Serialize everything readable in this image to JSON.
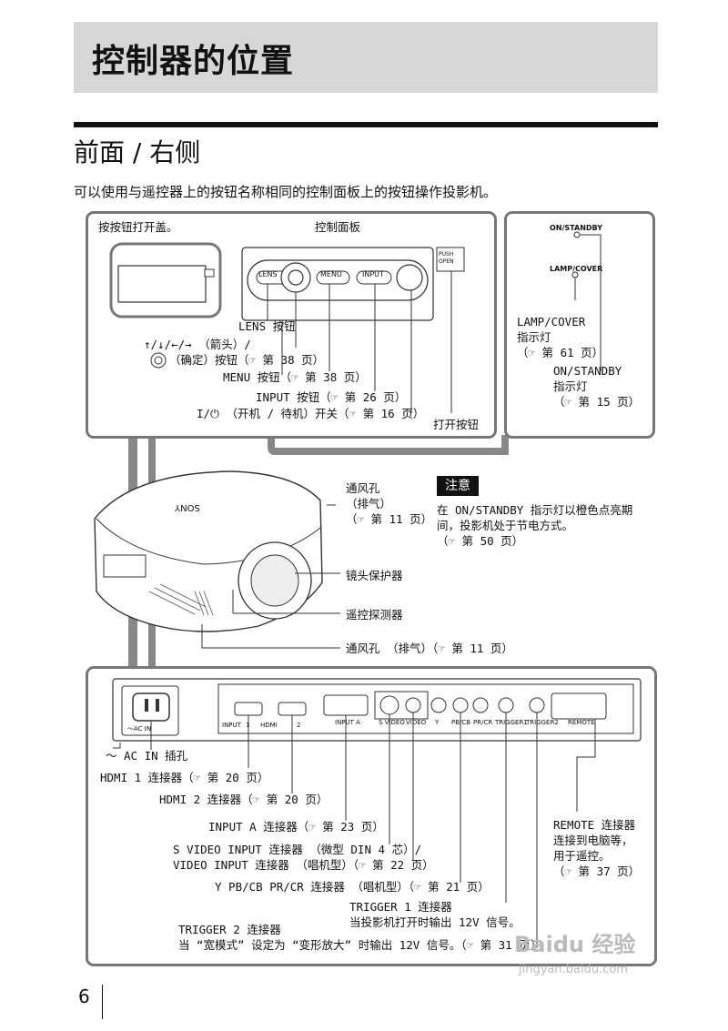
{
  "title": "控制器的位置",
  "section": "前面 / 右侧",
  "intro": "可以使用与遥控器上的按钮名称相同的控制面板上的按钮操作投影机。",
  "top_panel": {
    "push_text": "按按钮打开盖。",
    "panel_title": "控制面板",
    "btn_lens": "LENS",
    "btn_menu": "MENU",
    "btn_input": "INPUT",
    "push_open": "PUSH OPEN",
    "lens_btn": "LENS 按钮",
    "arrows": "↑/↓/←/→ （箭头）/",
    "enter": "（确定）按钮（☞ 第 38 页）",
    "menu_btn": "MENU 按钮（☞ 第 38 页）",
    "input_btn": "INPUT 按钮（☞ 第 26 页）",
    "power": "I/⏻ （开机 / 待机）开关（☞ 第 16 页）",
    "open_btn": "打开按钮"
  },
  "indicators": {
    "on_standby": "ON/STANDBY",
    "lamp_cover": "LAMP/COVER",
    "lamp_text": [
      "LAMP/COVER",
      "指示灯",
      "（☞ 第 61 页）"
    ],
    "standby_text": [
      "ON/STANDBY",
      "指示灯",
      "（☞ 第 15 页）"
    ]
  },
  "projector": {
    "brand": "SONY",
    "vent1": [
      "通风孔",
      "（排气）",
      "（☞ 第 11 页）"
    ],
    "lens_protector": "镜头保护器",
    "remote_sensor": "遥控探测器",
    "vent2": "通风孔 （排气）（☞ 第 11 页）"
  },
  "note": {
    "badge": "注意",
    "text": [
      "在 ON/STANDBY 指示灯以橙色点亮期",
      "间，投影机处于节电方式。",
      "（☞ 第 50 页）"
    ]
  },
  "rear": {
    "ac_in_label": "～AC IN",
    "port_labels": [
      "INPUT",
      "1",
      "HDMI",
      "2",
      "INPUT A",
      "S VIDEO",
      "VIDEO",
      "Y",
      "PB/CB",
      "PR/CR",
      "TRIGGER1",
      "TRIGGER2",
      "REMOTE"
    ],
    "ac": "～ AC IN 插孔",
    "hdmi1": "HDMI 1 连接器（☞ 第 20 页）",
    "hdmi2": "HDMI 2 连接器（☞ 第 20 页）",
    "inputa": "INPUT A 连接器（☞ 第 23 页）",
    "svideo": "S VIDEO INPUT 连接器 （微型 DIN 4 芯）/",
    "video": "VIDEO INPUT 连接器 （唱机型）（☞ 第 22 页）",
    "ypbpr": "Y PB/CB PR/CR 连接器 （唱机型）（☞ 第 21 页）",
    "trig1": [
      "TRIGGER 1 连接器",
      "当投影机打开时输出 12V 信号。"
    ],
    "trig2": [
      "TRIGGER 2 连接器",
      "当 “宽模式” 设定为 “变形放大” 时输出 12V 信号。（☞ 第 31 页）"
    ],
    "remote": [
      "REMOTE 连接器",
      "连接到电脑等，",
      "用于遥控。",
      "（☞ 第 37 页）"
    ]
  },
  "page_number": "6",
  "watermark": "Baidu 经验",
  "watermark_url": "jingyan.baidu.com"
}
